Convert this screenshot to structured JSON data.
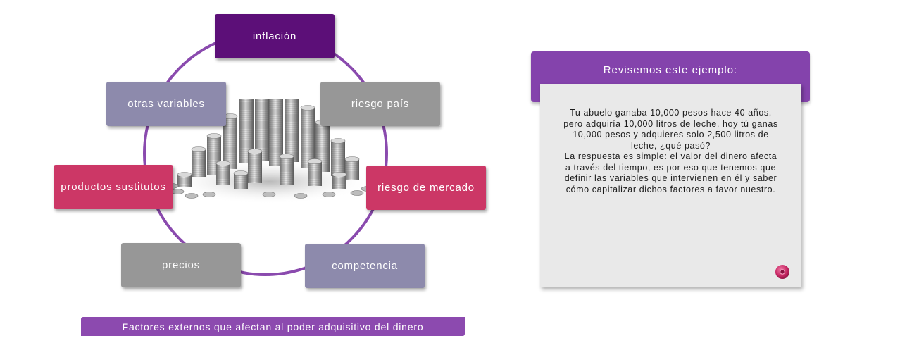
{
  "diagram": {
    "factors": {
      "inflacion": "inflación",
      "riesgo_pais": "riesgo país",
      "otras_variables": "otras variables",
      "productos_sustitutos": "productos sustitutos",
      "riesgo_mercado": "riesgo de mercado",
      "precios": "precios",
      "competencia": "competencia"
    },
    "caption": "Factores externos que afectan al poder adquisitivo del dinero",
    "colors": {
      "ring": "#8a4aae",
      "dark_purple": "#5c0f78",
      "gray": "#979797",
      "slate": "#8d8aac",
      "magenta": "#cc3766",
      "caption_bg": "#8c4aaf"
    }
  },
  "example_panel": {
    "title": "Revisemos este ejemplo:",
    "paragraph_1": "Tu abuelo ganaba 10,000 pesos hace 40 años, pero adquiría 10,000 litros de leche, hoy tú ganas 10,000 pesos y adquieres solo 2,500 litros de leche, ¿qué pasó?",
    "paragraph_2": "La respuesta es simple: el valor del dinero afecta a través del tiempo, es por eso que tenemos que definir las variables que intervienen en él y saber cómo capitalizar dichos factores a favor nuestro.",
    "header_color": "#8443ac",
    "card_color": "#e9e9e9",
    "button_icon": "magenta-circle-button-icon"
  }
}
